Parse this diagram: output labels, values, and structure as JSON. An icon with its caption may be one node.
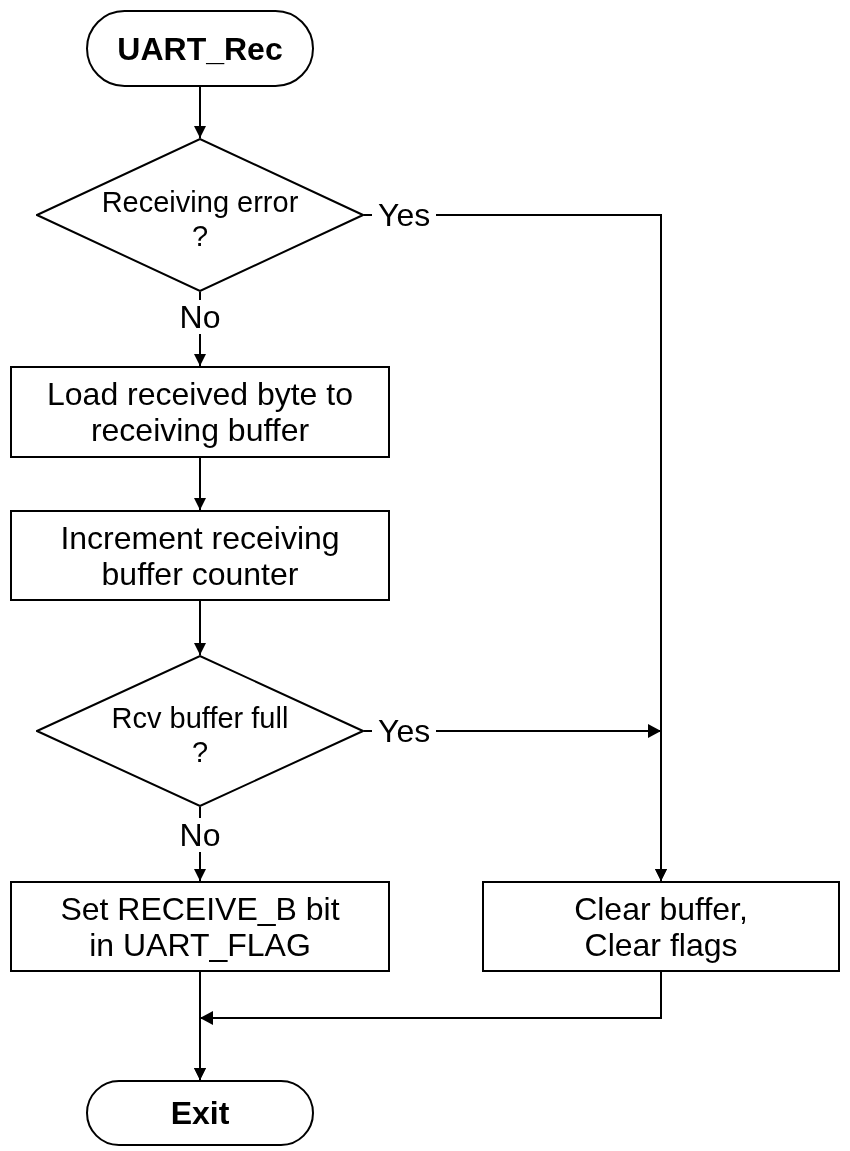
{
  "diagram": {
    "nodes": [
      {
        "text": [
          "UART_Rec"
        ]
      },
      {
        "text": [
          "Receiving error ?"
        ]
      },
      {
        "text": [
          "Load received byte to receiving buffer"
        ]
      },
      {
        "text": [
          "Increment receiving buffer counter"
        ]
      },
      {
        "text": [
          "Rcv buffer full ?"
        ]
      },
      {
        "text": [
          "Set RECEIVE_B bit in UART_FLAG"
        ]
      },
      {
        "text": [
          "Clear buffer, Clear flags"
        ]
      },
      {
        "text": [
          "Exit"
        ]
      }
    ],
    "edges": [
      {
        "from": 0,
        "to": 1,
        "arrow": "to"
      },
      {
        "from": 1,
        "to": 2,
        "arrow": "to",
        "label": "No"
      },
      {
        "from": 1,
        "to": 6,
        "arrow": "to",
        "label": "Yes"
      },
      {
        "from": 2,
        "to": 3,
        "arrow": "to"
      },
      {
        "from": 3,
        "to": 4,
        "arrow": "to"
      },
      {
        "from": 4,
        "to": 5,
        "arrow": "to",
        "label": "No"
      },
      {
        "from": 4,
        "to": 6,
        "arrow": "to",
        "label": "Yes"
      },
      {
        "from": 5,
        "to": 7,
        "arrow": "to"
      },
      {
        "from": 6,
        "to": 7,
        "arrow": "to"
      }
    ]
  }
}
